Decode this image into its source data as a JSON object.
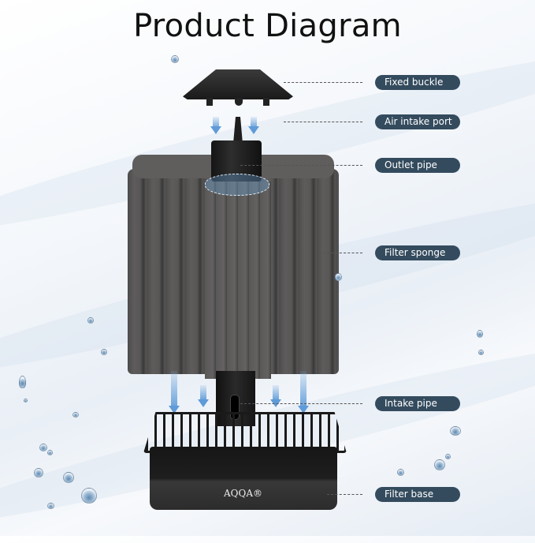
{
  "title": "Product Diagram",
  "labels": [
    {
      "text": "Fixed buckle"
    },
    {
      "text": "Air intake port"
    },
    {
      "text": "Outlet pipe"
    },
    {
      "text": "Filter sponge"
    },
    {
      "text": "Intake pipe"
    },
    {
      "text": "Filter base"
    }
  ],
  "logo_text": "AQQA®",
  "colors": {
    "label_bg": "#344b5e",
    "label_text": "#ffffff",
    "arrow_blue": "#6ea5dc",
    "sponge_gray": "#5a5958",
    "plastic_black": "#1a1a1a"
  }
}
